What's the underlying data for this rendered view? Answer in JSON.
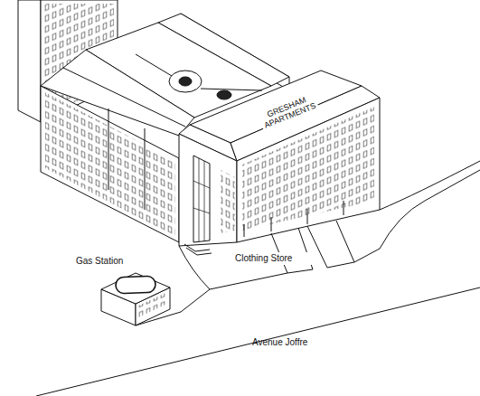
{
  "diagram": {
    "labels": [
      "GRESHAM APARTMENTS",
      "Gas Station",
      "Clothing Store",
      "Avenue Joffre"
    ]
  }
}
